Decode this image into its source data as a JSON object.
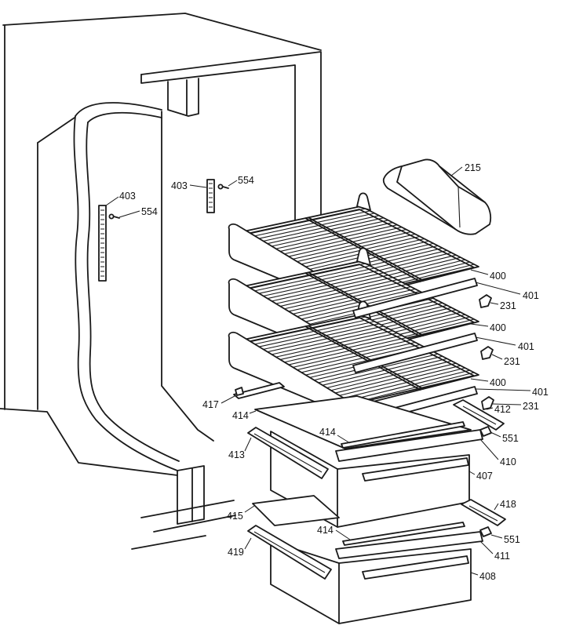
{
  "diagram": {
    "callouts": [
      "215",
      "403",
      "554",
      "403",
      "554",
      "400",
      "401",
      "231",
      "400",
      "401",
      "231",
      "400",
      "401",
      "231",
      "412",
      "551",
      "417",
      "414",
      "414",
      "413",
      "410",
      "407",
      "418",
      "551",
      "415",
      "414",
      "419",
      "411",
      "408"
    ]
  }
}
